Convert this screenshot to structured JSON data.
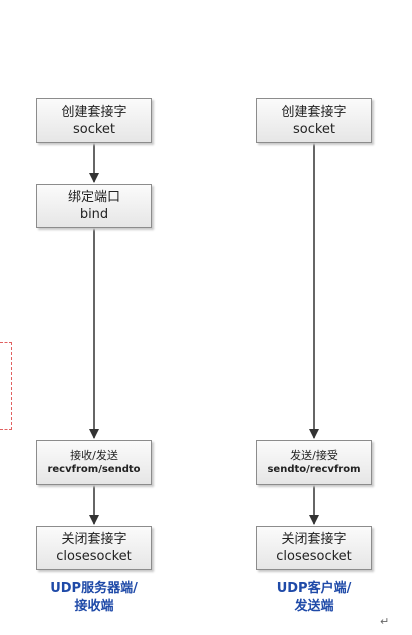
{
  "server": {
    "create_socket": {
      "zh": "创建套接字",
      "en": "socket"
    },
    "bind": {
      "zh": "绑定端口",
      "en": "bind"
    },
    "recv_send": {
      "zh": "接收/发送",
      "en": "recvfrom/sendto"
    },
    "close": {
      "zh": "关闭套接字",
      "en": "closesocket"
    },
    "caption": [
      "UDP服务器端/",
      "接收端"
    ]
  },
  "client": {
    "create_socket": {
      "zh": "创建套接字",
      "en": "socket"
    },
    "send_recv": {
      "zh": "发送/接受",
      "en": "sendto/recvfrom"
    },
    "close": {
      "zh": "关闭套接字",
      "en": "closesocket"
    },
    "caption": [
      "UDP客户端/",
      "发送端"
    ]
  },
  "paragraph_mark": "↵",
  "colors": {
    "caption": "#1f4aa8",
    "box_border": "#8c8c8c",
    "dashed": "#e06060"
  }
}
